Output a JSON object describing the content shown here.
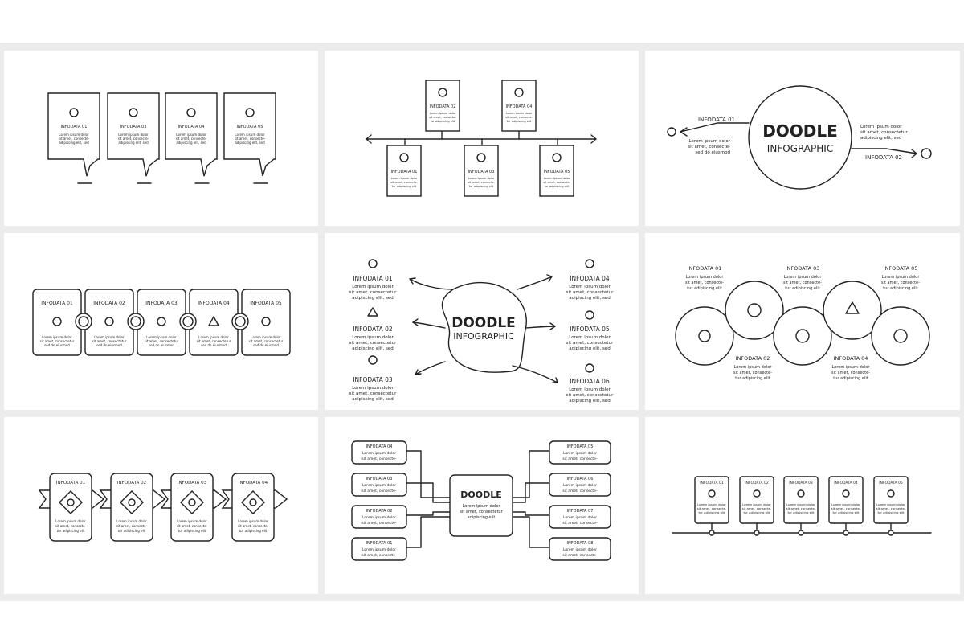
{
  "lorem": {
    "l1": "Lorem ipsum dolor",
    "l2": "sit amet, consectetur",
    "l3": "adipiscing elit, sed",
    "l2b": "sit amet, consecte-",
    "l3b": "tur adipiscing elit",
    "l4": "sed do eiusmod",
    "l1c": "Lorem ipsum dolor",
    "l2c": "sit amet, consectetur",
    "l3c": "adipiscing elit"
  },
  "labels": {
    "i01": "INFODATA 01",
    "i02": "INFODATA 02",
    "i03": "INFODATA 03",
    "i04": "INFODATA 04",
    "i05": "INFODATA 05",
    "i06": "INFODATA 06",
    "i07": "INFODATA 07",
    "i08": "INFODATA 08"
  },
  "title": {
    "doodle": "DOODLE",
    "infographic": "INFOGRAPHIC"
  },
  "colors": {
    "ink": "#222222",
    "frame": "#ececec",
    "panel": "#ffffff"
  }
}
